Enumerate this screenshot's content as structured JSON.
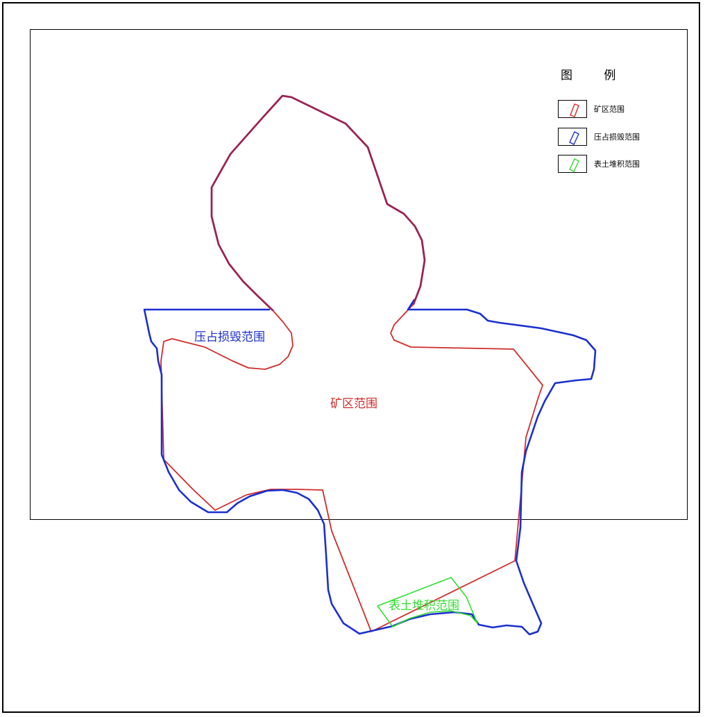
{
  "legend": {
    "title": "图 例",
    "items": [
      {
        "label": "矿区范围",
        "color": "#d02b2b"
      },
      {
        "label": "压占损毁范围",
        "color": "#1a2fd0"
      },
      {
        "label": "表土堆积范围",
        "color": "#33dd33"
      }
    ]
  },
  "map": {
    "labels": {
      "mining_area": "矿区范围",
      "occupation_damage": "压占损毁范围",
      "topsoil_stockpile": "表土堆积范围"
    },
    "colors": {
      "mining_area": "#d02b2b",
      "occupation_damage": "#1a2fd0",
      "topsoil_stockpile": "#33dd33",
      "overlap": "#9b2255"
    }
  }
}
